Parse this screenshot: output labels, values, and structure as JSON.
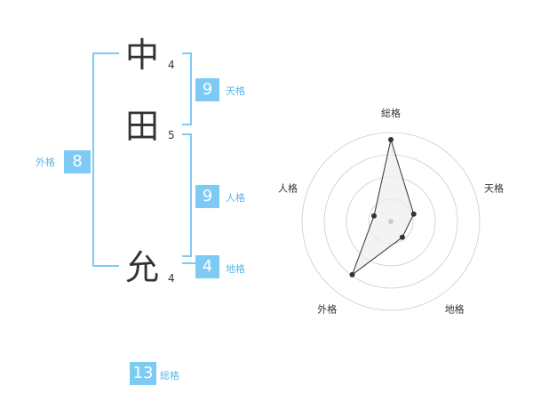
{
  "name_chars": [
    {
      "char": "中",
      "strokes": "4"
    },
    {
      "char": "田",
      "strokes": "5"
    },
    {
      "char": "允",
      "strokes": "4"
    }
  ],
  "fortunes": {
    "tenkaku": {
      "value": "9",
      "label": "天格"
    },
    "jinkaku": {
      "value": "9",
      "label": "人格"
    },
    "chikaku": {
      "value": "4",
      "label": "地格"
    },
    "gaikaku": {
      "value": "8",
      "label": "外格"
    },
    "soukaku": {
      "value": "13",
      "label": "総格"
    }
  },
  "colors": {
    "accent": "#7dcbf5",
    "accent_text": "#5ab7ea",
    "polygon_fill": "#eeeeee",
    "grid": "#cccccc",
    "point": "#333333"
  },
  "chart_data": {
    "type": "radar",
    "axes": [
      "総格",
      "天格",
      "地格",
      "外格",
      "人格"
    ],
    "values": [
      0.92,
      0.27,
      0.22,
      0.74,
      0.2
    ],
    "rings": 4
  }
}
